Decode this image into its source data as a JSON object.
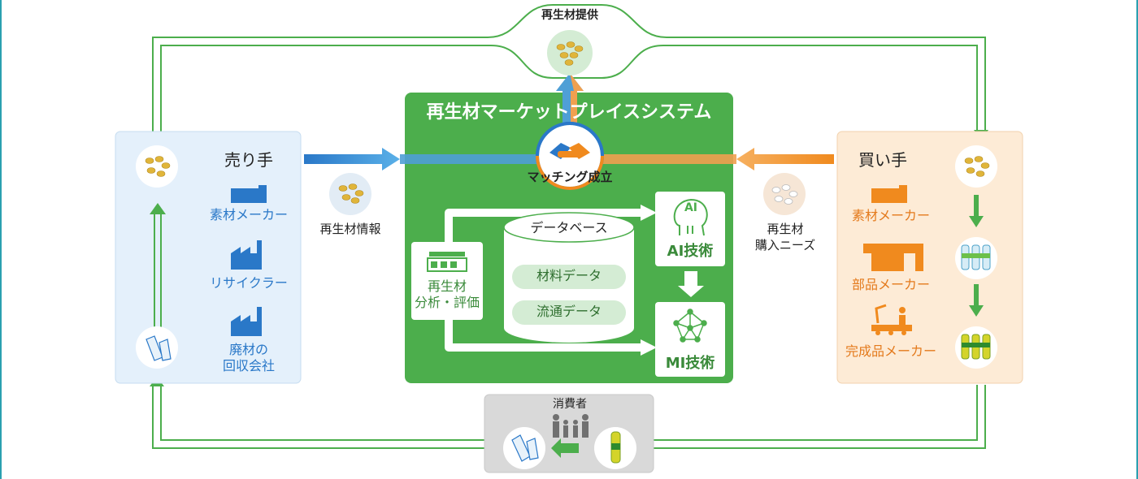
{
  "top": {
    "label": "再生材提供"
  },
  "system": {
    "title": "再生材マーケットプレイスシステム",
    "matching": "マッチング成立"
  },
  "seller": {
    "title": "売り手",
    "items": [
      "素材メーカー",
      "リサイクラー"
    ],
    "collector_line1": "廃材の",
    "collector_line2": "回収会社"
  },
  "buyer": {
    "title": "買い手",
    "items": [
      "素材メーカー",
      "部品メーカー",
      "完成品メーカー"
    ]
  },
  "info_left": "再生材情報",
  "info_right_line1": "再生材",
  "info_right_line2": "購入ニーズ",
  "analysis_line1": "再生材",
  "analysis_line2": "分析・評価",
  "database": {
    "title": "データベース",
    "items": [
      "材料データ",
      "流通データ"
    ]
  },
  "ai": {
    "title": "AI技術",
    "icon_text": "AI"
  },
  "mi": {
    "title": "MI技術"
  },
  "consumer": {
    "label": "消費者"
  },
  "colors": {
    "green": "#4cae4c",
    "blue": "#2a78c8",
    "orange": "#f08a1e",
    "light_blue": "#e4f0fb",
    "light_orange": "#fdebd6"
  }
}
